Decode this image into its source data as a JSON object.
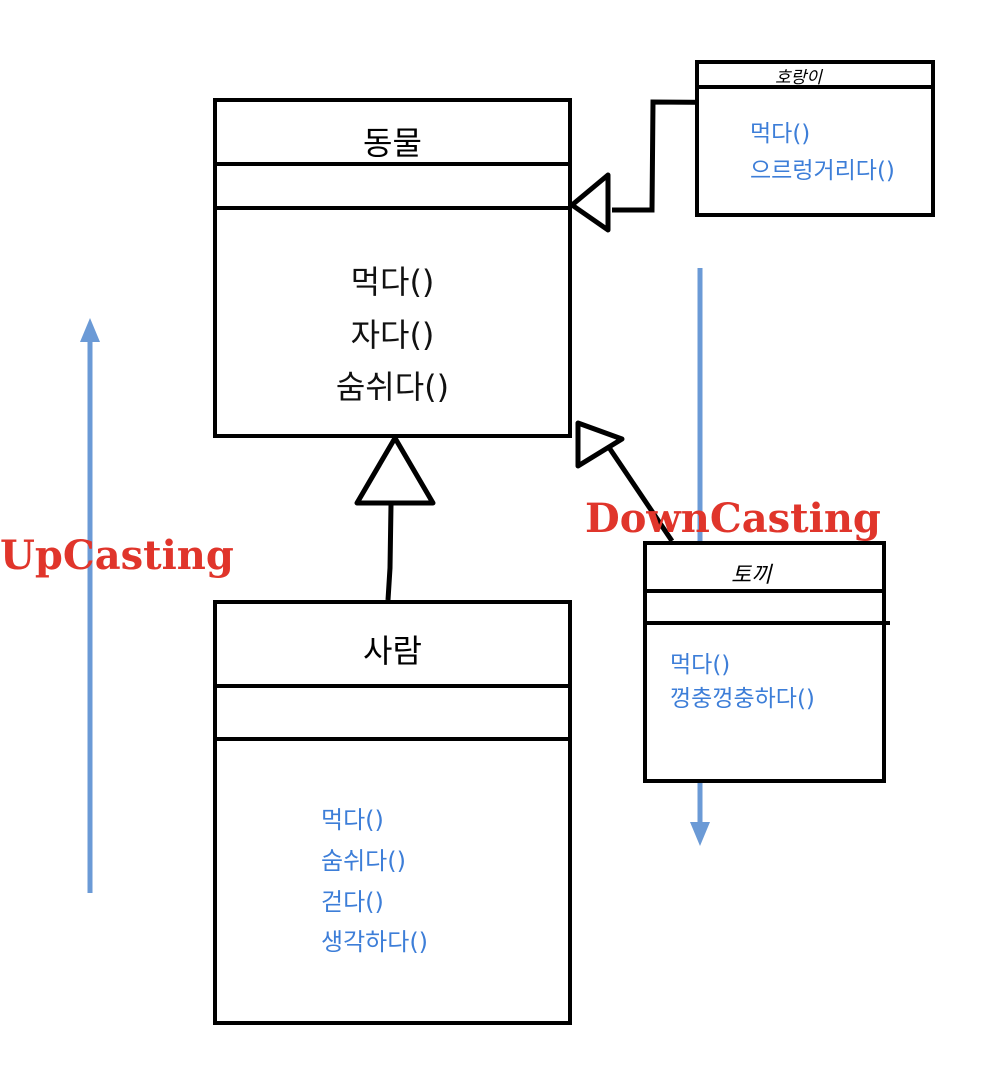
{
  "labels": {
    "upcasting": "UpCasting",
    "downcasting": "DownCasting"
  },
  "classes": {
    "animal": {
      "name": "동물",
      "methods": [
        "먹다()",
        "자다()",
        "숨쉬다()"
      ]
    },
    "human": {
      "name": "사람",
      "methods": [
        "먹다()",
        "숨쉬다()",
        "걷다()",
        "생각하다()"
      ]
    },
    "tiger": {
      "name": "호랑이",
      "methods": [
        "먹다()",
        "으르렁거리다()"
      ]
    },
    "rabbit": {
      "name": "토끼",
      "methods": [
        "먹다()",
        "껑충껑충하다()"
      ]
    }
  },
  "colors": {
    "cast_label": "#e0352b",
    "cast_arrow": "#6b9ad6",
    "added_method": "#3d7ed8",
    "outline": "#000000"
  }
}
